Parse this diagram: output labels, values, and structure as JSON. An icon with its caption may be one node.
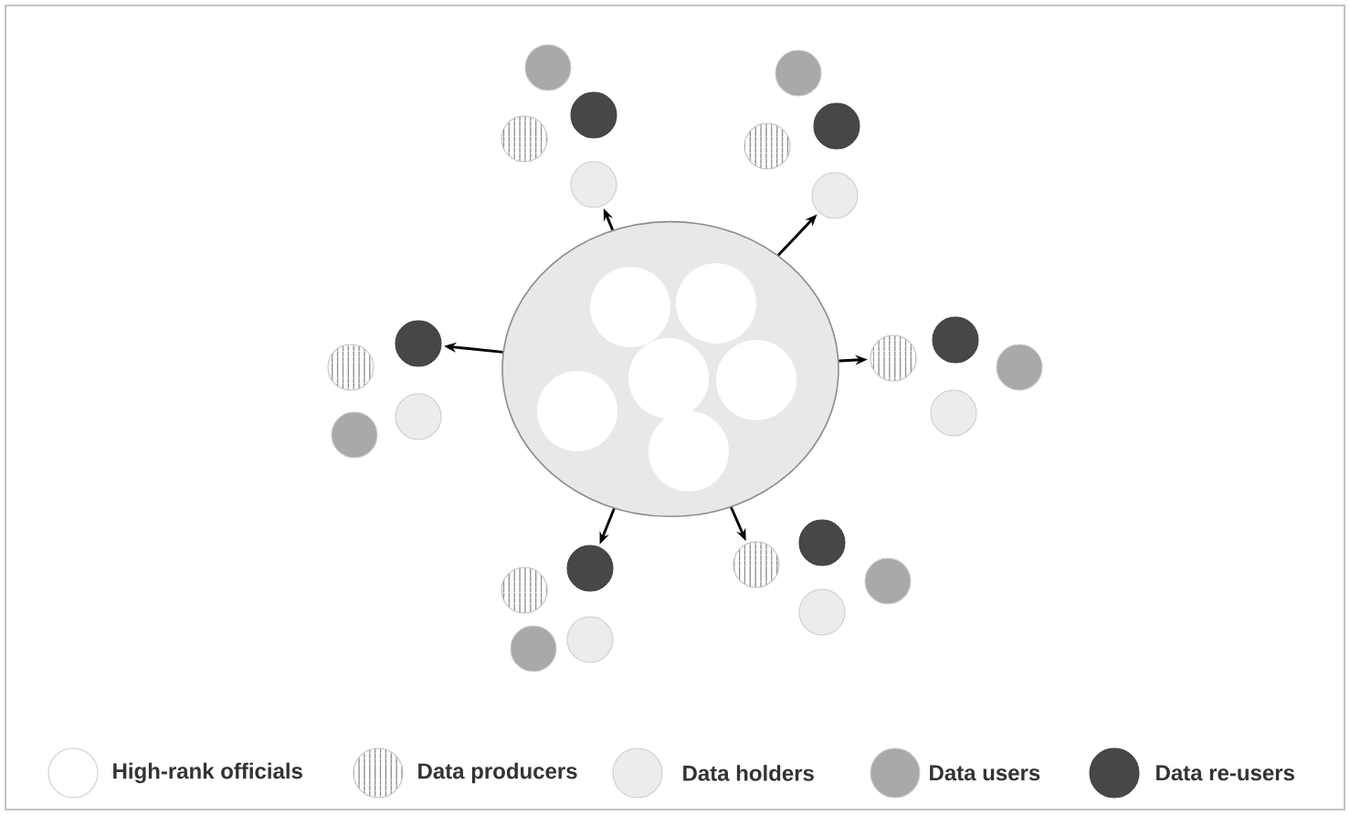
{
  "diagram": {
    "nodes": [
      {
        "text": [],
        "shape": "circle"
      },
      {
        "text": [],
        "shape": "circle",
        "in": 0
      },
      {
        "text": [],
        "shape": "circle",
        "in": 0
      },
      {
        "text": [],
        "shape": "circle",
        "in": 0
      },
      {
        "text": [],
        "shape": "circle",
        "in": 0
      },
      {
        "text": [],
        "shape": "circle",
        "in": 0
      },
      {
        "text": [],
        "shape": "circle",
        "in": 0
      },
      {
        "text": [],
        "shape": "circle"
      },
      {
        "text": [],
        "shape": "circle"
      },
      {
        "text": [],
        "shape": "circle"
      },
      {
        "text": [],
        "shape": "circle"
      },
      {
        "text": [],
        "shape": "circle"
      },
      {
        "text": [],
        "shape": "circle"
      },
      {
        "text": [],
        "shape": "circle"
      },
      {
        "text": [],
        "shape": "circle"
      },
      {
        "text": [],
        "shape": "circle"
      },
      {
        "text": [],
        "shape": "circle"
      },
      {
        "text": [],
        "shape": "circle"
      },
      {
        "text": [],
        "shape": "circle"
      },
      {
        "text": [],
        "shape": "circle"
      },
      {
        "text": [],
        "shape": "circle"
      },
      {
        "text": [],
        "shape": "circle"
      },
      {
        "text": [],
        "shape": "circle"
      },
      {
        "text": [],
        "shape": "circle"
      },
      {
        "text": [],
        "shape": "circle"
      },
      {
        "text": [],
        "shape": "circle"
      },
      {
        "text": [],
        "shape": "circle"
      },
      {
        "text": [],
        "shape": "circle"
      },
      {
        "text": [],
        "shape": "circle"
      },
      {
        "text": [],
        "shape": "circle"
      },
      {
        "text": [],
        "shape": "circle"
      }
    ],
    "edges": [
      {
        "from": 0,
        "to": 10,
        "arrow": "to"
      },
      {
        "from": 0,
        "to": 14,
        "arrow": "to"
      },
      {
        "from": 0,
        "to": 15,
        "arrow": "to"
      },
      {
        "from": 0,
        "to": 19,
        "arrow": "to"
      },
      {
        "from": 0,
        "to": 23,
        "arrow": "to"
      },
      {
        "from": 0,
        "to": 28,
        "arrow": "to"
      }
    ],
    "legend": [
      {
        "text": "High-rank officials"
      },
      {
        "text": "Data producers"
      },
      {
        "text": "Data holders",
        "color": "#ececec"
      },
      {
        "text": "Data users",
        "color": "#a9a9a9"
      },
      {
        "text": "Data re-users",
        "color": "#474747"
      }
    ]
  }
}
